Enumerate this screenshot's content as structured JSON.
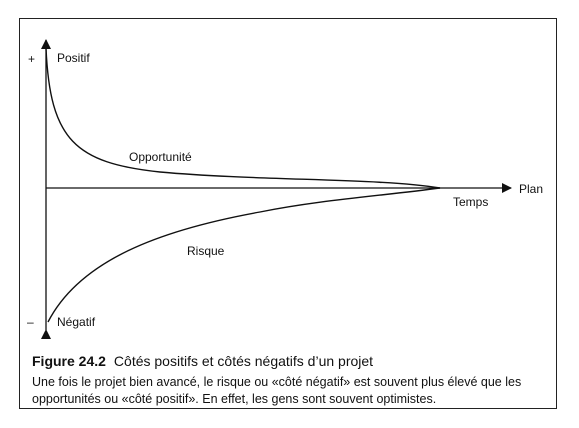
{
  "diagram": {
    "y_axis": {
      "top_sign": "+",
      "top_label": "Positif",
      "bottom_sign": "–",
      "bottom_label": "Négatif"
    },
    "x_axis": {
      "end_label": "Plan",
      "axis_label": "Temps"
    },
    "curves": {
      "upper_label": "Opportunité",
      "lower_label": "Risque"
    }
  },
  "caption": {
    "figure_number": "Figure 24.2",
    "title": "Côtés positifs et côtés négatifs d’un projet",
    "body": "Une fois le projet bien avancé, le risque ou «côté négatif» est souvent plus élevé que les opportunités ou «côté positif». En effet, les gens sont souvent optimistes."
  },
  "colors": {
    "line": "#111111",
    "frame": "#222222",
    "background": "#ffffff"
  }
}
